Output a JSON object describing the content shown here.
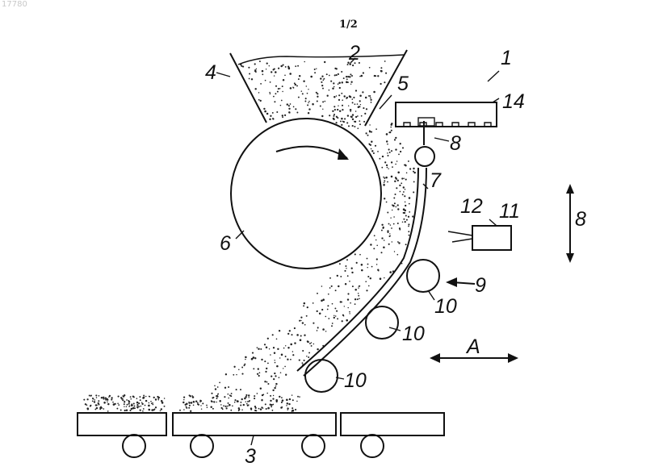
{
  "corner_id": "17780",
  "sheet_number": "1/2",
  "labels": {
    "l1": "1",
    "l2": "2",
    "l3": "3",
    "l4": "4",
    "l5": "5",
    "l6": "6",
    "l7": "7",
    "l8a": "8",
    "l8b": "8",
    "l9": "9",
    "l10a": "10",
    "l10b": "10",
    "l10c": "10",
    "l11": "11",
    "l12": "12",
    "l14": "14",
    "lA": "A"
  }
}
